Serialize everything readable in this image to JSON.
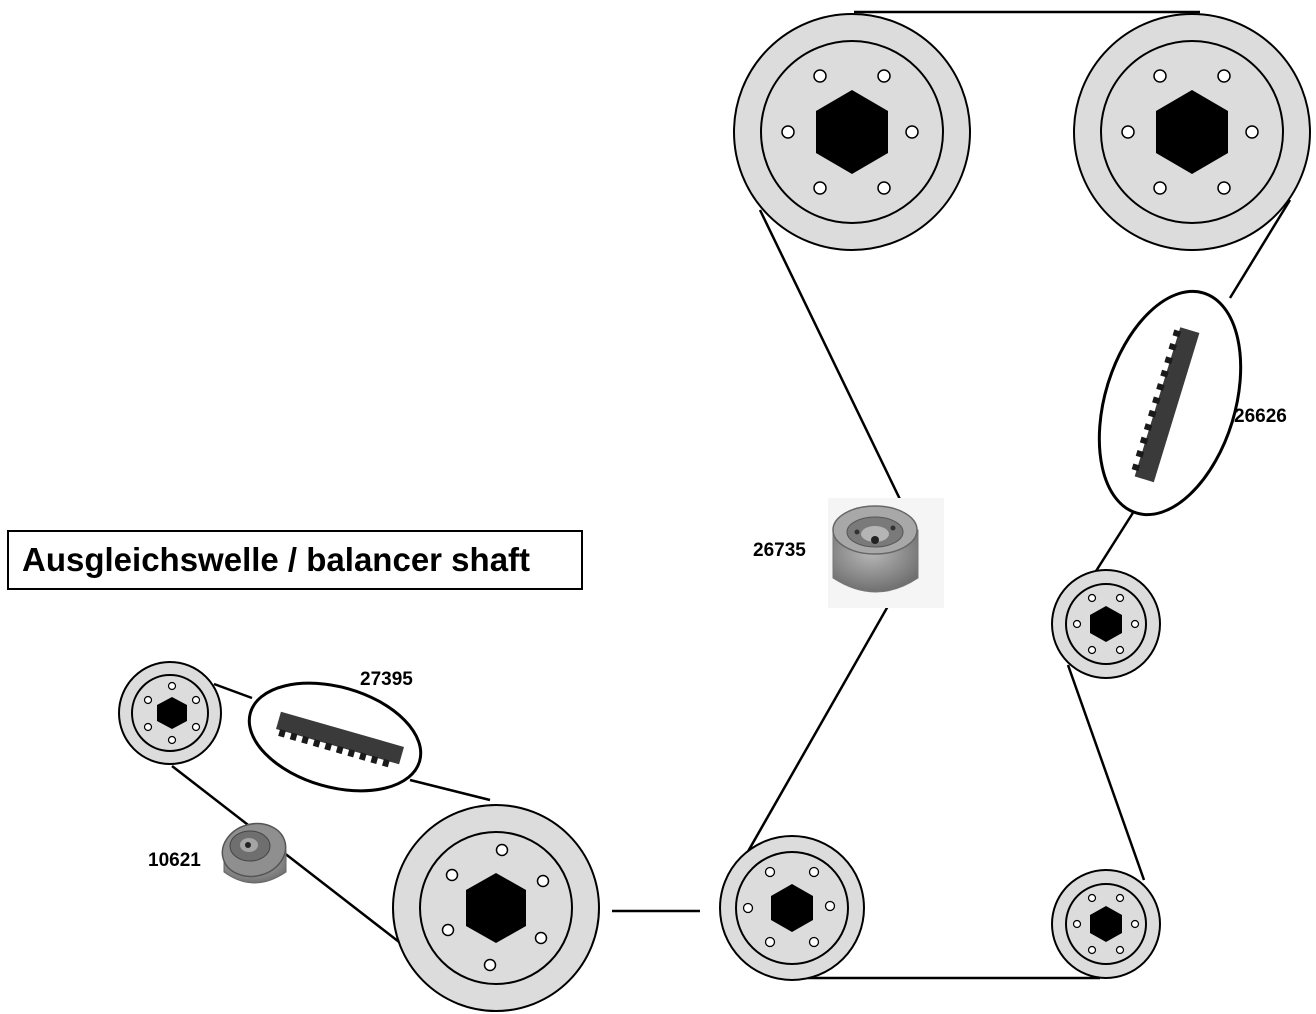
{
  "title": "Ausgleichswelle / balancer shaft",
  "parts": {
    "belt_main": "26626",
    "tensioner_main": "26735",
    "belt_balancer": "27395",
    "tensioner_balancer": "10621"
  },
  "colors": {
    "pulley_fill": "#dcdcdc",
    "hub_fill": "#000000",
    "line": "#000000",
    "roller_fill": "#8f8f8f",
    "belt_fill": "#3a3a3a"
  }
}
